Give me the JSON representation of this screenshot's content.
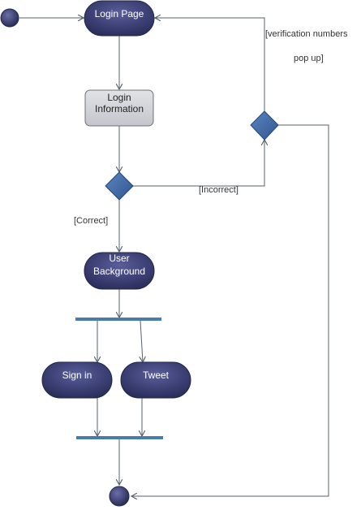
{
  "nodes": {
    "login_page": "Login Page",
    "login_information": [
      "Login",
      "Information"
    ],
    "user_background": [
      "User",
      "Background"
    ],
    "sign_in": "Sign in",
    "tweet": "Tweet"
  },
  "guards": {
    "correct": "[Correct]",
    "incorrect": "[Incorrect]",
    "verification": [
      "[verification numbers",
      "pop up]"
    ]
  },
  "colors": {
    "action_fill": "#3b3f73",
    "object_fill": "#d0d1d6",
    "decision_fill": "#3f67a3",
    "bar_fill": "#4a7bb0",
    "edge": "#55606a"
  }
}
